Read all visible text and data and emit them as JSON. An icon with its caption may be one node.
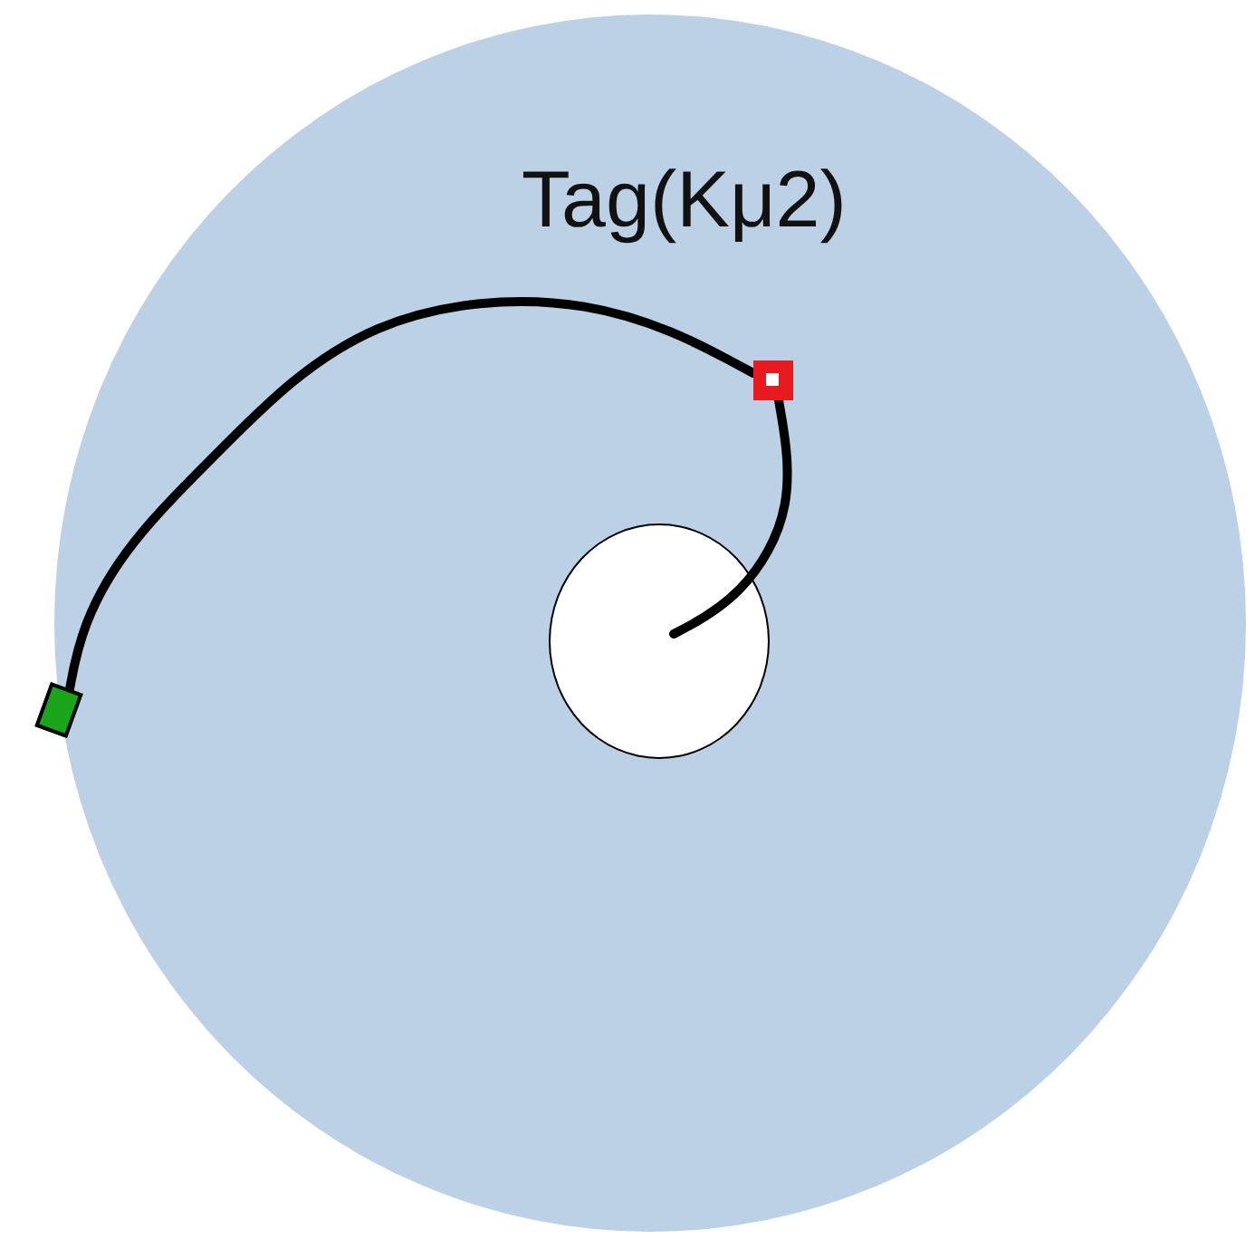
{
  "diagram": {
    "nodes": [
      {
        "text": [
          "Tag(Kμ2)"
        ]
      },
      {
        "text": [],
        "shape": "circle",
        "in": 0
      },
      {
        "text": [],
        "shape": "box",
        "in": 0
      },
      {
        "text": [],
        "shape": "box"
      }
    ],
    "edges": [
      {
        "from": 1,
        "to": 2,
        "arrow": "none"
      },
      {
        "from": 2,
        "to": 3,
        "arrow": "none"
      }
    ]
  }
}
